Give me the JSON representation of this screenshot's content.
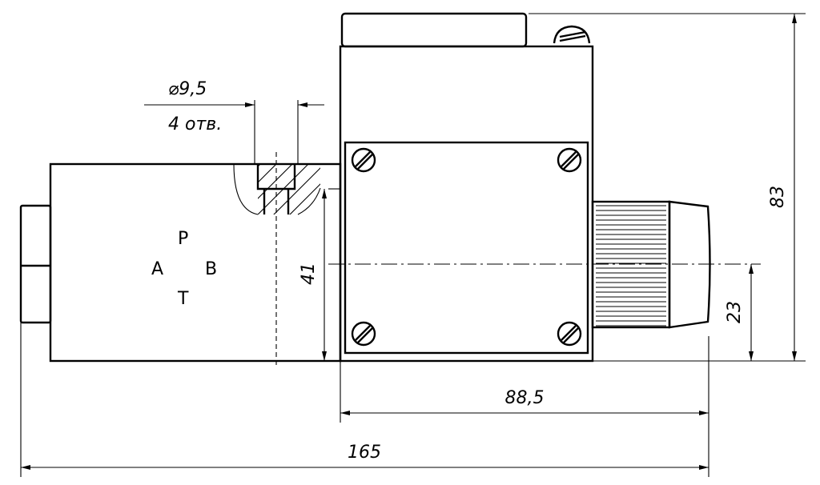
{
  "drawing": {
    "hole_callout": {
      "diameter": "⌀9,5",
      "count": "4 отв."
    },
    "ports": {
      "p": "P",
      "a": "A",
      "b": "B",
      "t": "T"
    },
    "dimensions": {
      "overall_height": "83",
      "base_height": "41",
      "axis_height": "23",
      "solenoid_length": "88,5",
      "overall_length": "165"
    }
  }
}
